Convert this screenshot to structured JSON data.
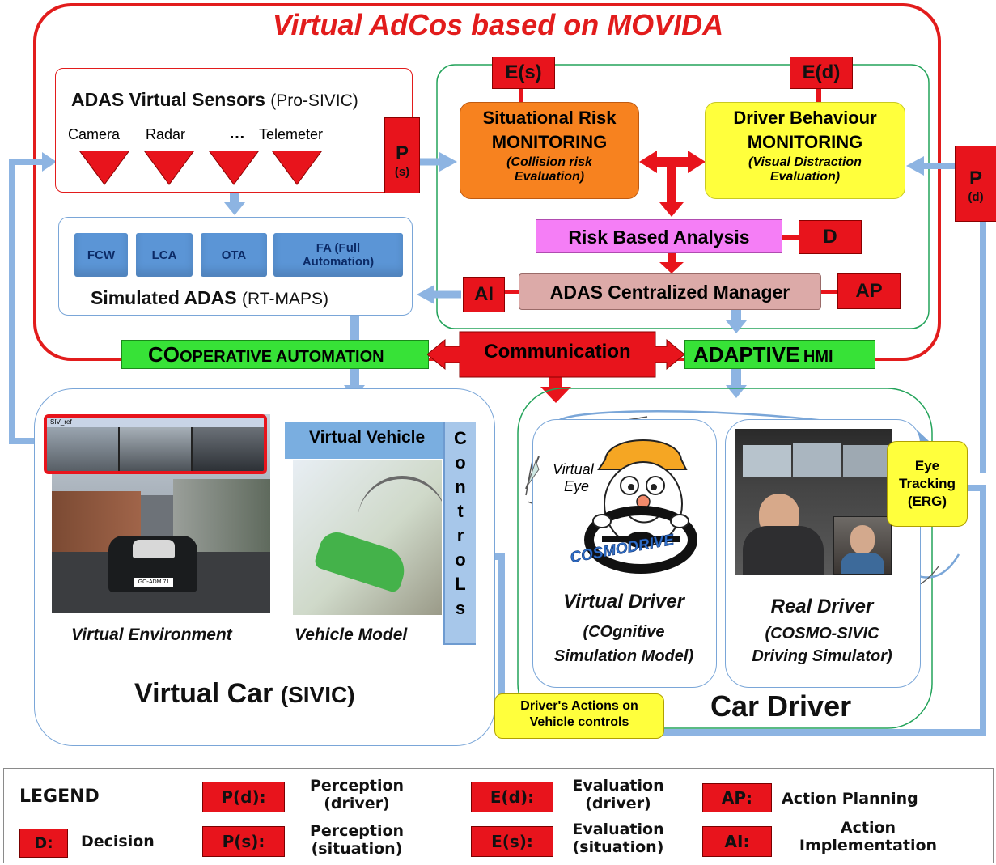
{
  "title": "Virtual  AdCos based on MOVIDA",
  "sensors": {
    "heading": "ADAS Virtual Sensors",
    "heading_suffix": "(Pro-SIVIC)",
    "items": [
      "Camera",
      "Radar",
      "…",
      "Telemeter"
    ]
  },
  "tags": {
    "ps": "P",
    "ps_sub": "(s)",
    "pd": "P",
    "pd_sub": "(d)",
    "es": "E(s)",
    "ed": "E(d)",
    "d": "D",
    "ap": "AP",
    "ai": "AI"
  },
  "situational": {
    "line1": "Situational Risk",
    "line2": "MONITORING",
    "line3": "(Collision risk",
    "line4": "Evaluation)",
    "color": "#f7821f"
  },
  "driver_behaviour": {
    "line1": "Driver Behaviour",
    "line2": "MONITORING",
    "line3": "(Visual Distraction",
    "line4": "Evaluation)",
    "color": "#ffff3c"
  },
  "risk_analysis": {
    "label": "Risk Based Analysis",
    "color": "#f57ef6"
  },
  "manager": {
    "label": "ADAS Centralized Manager",
    "color": "#dcaaa8"
  },
  "simulated_adas": {
    "chips": [
      "FCW",
      "LCA",
      "OTA",
      "FA (Full Automation)"
    ],
    "label": "Simulated ADAS",
    "label_suffix": "(RT-MAPS)"
  },
  "bar": {
    "coop_big": "CO",
    "coop_rest": "OPERATIVE AUTOMATION",
    "communication": "Communication",
    "adaptive": "ADAPTIVE",
    "hmi": "HMI"
  },
  "virtual_car": {
    "vehicle_header": "Virtual Vehicle",
    "controls_letters": [
      "C",
      "o",
      "n",
      "t",
      "r",
      "o",
      "L",
      "s"
    ],
    "env_caption": "Virtual Environment",
    "model_caption": "Vehicle Model",
    "title": "Virtual Car",
    "title_suffix": "(SIVIC)",
    "window_title": "SIV_ref",
    "plate": "GO-ADM 71"
  },
  "virtual_driver": {
    "eye_label": "Virtual",
    "eye_label2": "Eye",
    "brand": "COSMODRIVE",
    "title": "Virtual Driver",
    "sub1": "(COgnitive",
    "sub2": "Simulation Model)"
  },
  "real_driver": {
    "title": "Real Driver",
    "sub1": "(COSMO-SIVIC",
    "sub2": "Driving Simulator)"
  },
  "eye_tracking": {
    "line1": "Eye",
    "line2": "Tracking",
    "line3": "(ERG)"
  },
  "actions": {
    "line1": "Driver's Actions on",
    "line2": "Vehicle controls"
  },
  "car_driver": {
    "label": "Car Driver"
  },
  "legend": {
    "title": "LEGEND",
    "items": [
      {
        "tag": "D:",
        "text": "Decision"
      },
      {
        "tag": "P(d):",
        "text1": "Perception",
        "text2": "(driver)"
      },
      {
        "tag": "P(s):",
        "text1": "Perception",
        "text2": "(situation)"
      },
      {
        "tag": "E(d):",
        "text1": "Evaluation",
        "text2": "(driver)"
      },
      {
        "tag": "E(s):",
        "text1": "Evaluation",
        "text2": "(situation)"
      },
      {
        "tag": "AP:",
        "text": "Action Planning"
      },
      {
        "tag": "AI:",
        "text1": "Action",
        "text2": "Implementation"
      }
    ]
  },
  "colors": {
    "outer_red": "#e21c1c",
    "arrow_blue": "#8db4e2",
    "green_bar": "#37e237",
    "box_blue_border": "#7aa6d8",
    "tag_red": "#e8141c"
  }
}
